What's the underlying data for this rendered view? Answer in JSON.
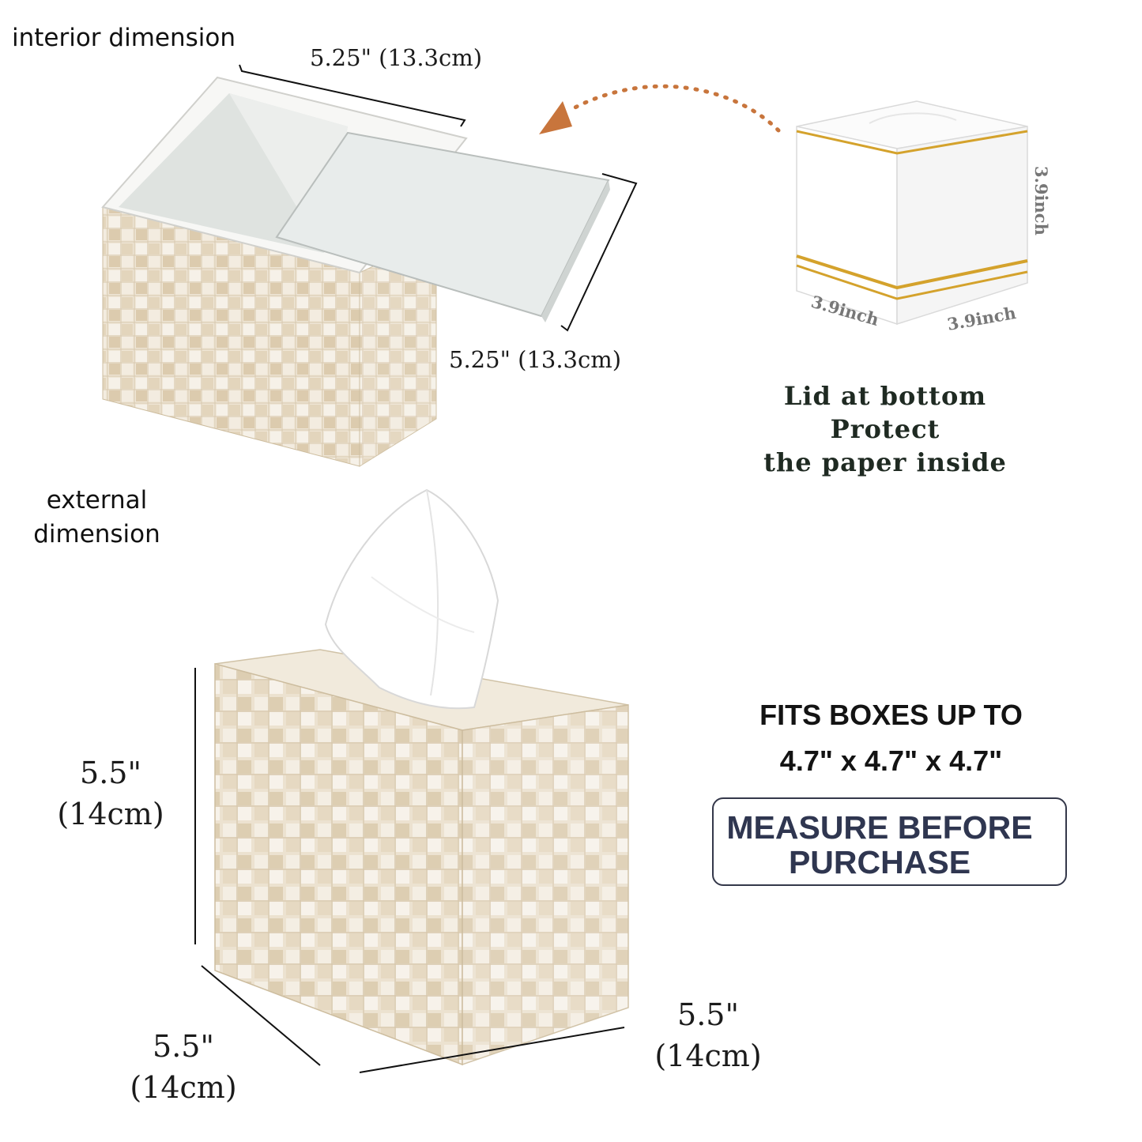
{
  "labels": {
    "interior": "interior dimension",
    "external_line1": "external",
    "external_line2": "dimension"
  },
  "interior_dims": {
    "width": "5.25\" (13.3cm)",
    "depth": "5.25\" (13.3cm)"
  },
  "tissue_box": {
    "height": "3.9inch",
    "width_left": "3.9inch",
    "width_right": "3.9inch"
  },
  "lid_note": [
    "Lid at bottom",
    "Protect",
    "the paper inside"
  ],
  "external_dims": {
    "height_line1": "5.5\"",
    "height_line2": "(14cm)",
    "left_line1": "5.5\"",
    "left_line2": "(14cm)",
    "right_line1": "5.5\"",
    "right_line2": "(14cm)"
  },
  "fits": {
    "line1": "FITS BOXES UP TO",
    "line2": "4.7\" x 4.7\" x 4.7\""
  },
  "measure": {
    "line1": "MEASURE BEFORE",
    "line2": "PURCHASE"
  },
  "colors": {
    "arrow": "#c8753c",
    "gold_stripe": "#d4a22c",
    "mosaic_base": "#efe6d6",
    "measure_text": "#2f3650"
  }
}
